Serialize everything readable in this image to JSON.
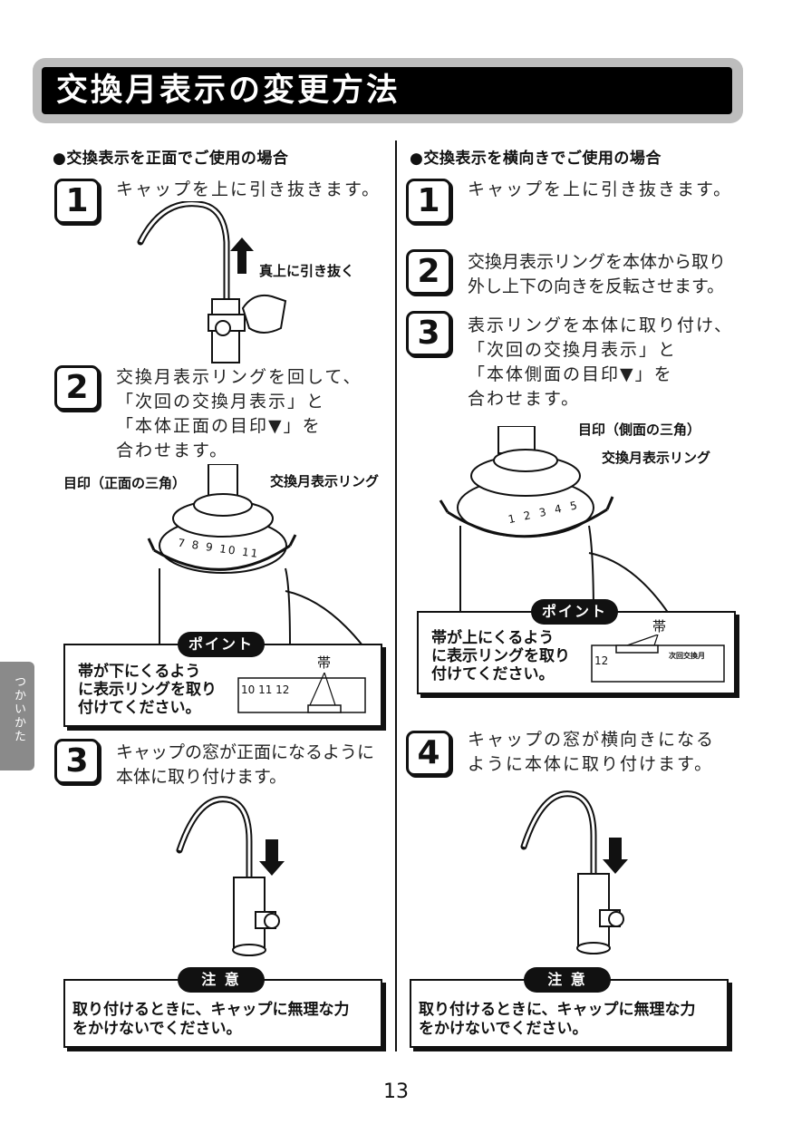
{
  "title": "交換月表示の変更方法",
  "left": {
    "heading": "●交換表示を正面でご使用の場合",
    "step1": {
      "num": "1",
      "text": "キャップを上に引き抜きます。"
    },
    "pull_label": "真上に引き抜く",
    "step2": {
      "num": "2",
      "text": "交換月表示リングを回して、\n「次回の交換月表示」と\n「本体正面の目印▼」を\n合わせます。"
    },
    "mark_label": "目印（正面の三角）",
    "ring_label": "交換月表示リング",
    "ring_numbers": "7 8 9 10 11",
    "point_title": "ポイント",
    "point_text": "帯が下にくるよう\nに表示リングを取り\n付けてください。",
    "band_label": "帯",
    "window_numbers": "10 11 12",
    "step3": {
      "num": "3",
      "text": "キャップの窓が正面になるように\n本体に取り付けます。"
    },
    "caution_title": "注 意",
    "caution_text": "取り付けるときに、キャップに無理な力\nをかけないでください。"
  },
  "right": {
    "heading": "●交換表示を横向きでご使用の場合",
    "step1": {
      "num": "1",
      "text": "キャップを上に引き抜きます。"
    },
    "step2": {
      "num": "2",
      "text": "交換月表示リングを本体から取り\n外し上下の向きを反転させます。"
    },
    "step3": {
      "num": "3",
      "text": "表示リングを本体に取り付け、\n「次回の交換月表示」と\n「本体側面の目印▼」を\n合わせます。"
    },
    "mark_label": "目印（側面の三角）",
    "ring_label": "交換月表示リング",
    "ring_numbers": "1 2 3 4 5",
    "point_title": "ポイント",
    "point_text": "帯が上にくるよう\nに表示リングを取り\n付けてください。",
    "band_label": "帯",
    "window_numbers": "12",
    "window_caption": "次回交換月",
    "step4": {
      "num": "4",
      "text": "キャップの窓が横向きになる\nように本体に取り付けます。"
    },
    "caution_title": "注 意",
    "caution_text": "取り付けるときに、キャップに無理な力\nをかけないでください。"
  },
  "side_tab": "つかいかた",
  "page_number": "13"
}
